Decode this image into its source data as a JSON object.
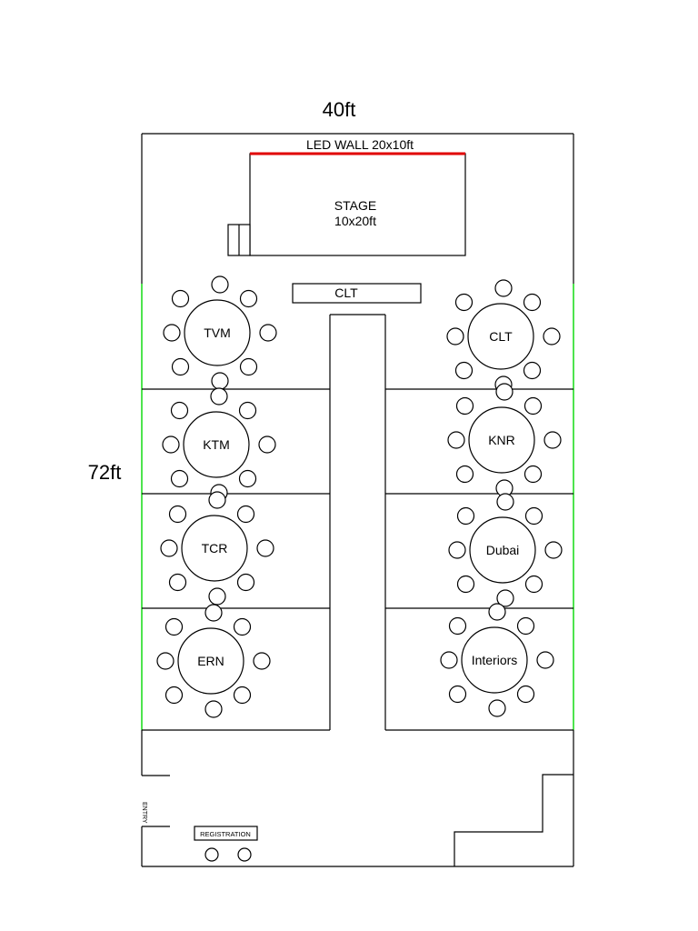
{
  "dimensions": {
    "width_label": "40ft",
    "height_label": "72ft"
  },
  "led_wall": {
    "label": "LED WALL 20x10ft",
    "color": "#e00000"
  },
  "stage": {
    "line1": "STAGE",
    "line2": "10x20ft"
  },
  "clt_console": {
    "label": "CLT"
  },
  "tables": [
    {
      "label": "TVM"
    },
    {
      "label": "CLT"
    },
    {
      "label": "KTM"
    },
    {
      "label": "KNR"
    },
    {
      "label": "TCR"
    },
    {
      "label": "Dubai"
    },
    {
      "label": "ERN"
    },
    {
      "label": "Interiors"
    }
  ],
  "entry": {
    "label": "ENTRY"
  },
  "registration": {
    "label": "REGISTRATION"
  },
  "colors": {
    "partition_edge": "#22dd22",
    "line": "#000000"
  }
}
